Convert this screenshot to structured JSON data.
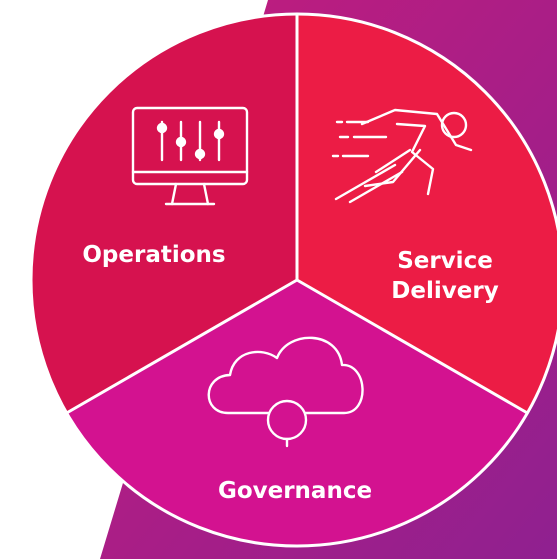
{
  "diagram": {
    "segments": [
      {
        "id": "operations",
        "label": "Operations",
        "icon": "monitor-sliders-icon",
        "color": "#D6124F"
      },
      {
        "id": "service-delivery",
        "label_lines": [
          "Service",
          "Delivery"
        ],
        "icon": "running-person-icon",
        "color": "#EC1C45"
      },
      {
        "id": "governance",
        "label": "Governance",
        "icon": "cloud-icon",
        "color": "#D31290"
      }
    ],
    "backdrop": {
      "gradient_start": "#C51C7C",
      "gradient_end": "#8F2090"
    },
    "divider_color": "#ffffff"
  }
}
